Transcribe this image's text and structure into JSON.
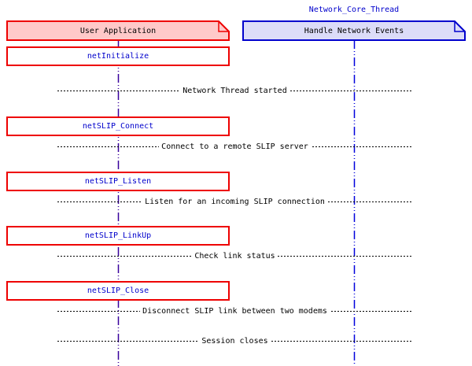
{
  "title": "Network_Core_Thread",
  "actors": {
    "left": {
      "label": "User Application"
    },
    "right": {
      "label": "Handle Network Events"
    }
  },
  "calls": [
    "netInitialize",
    "netSLIP_Connect",
    "netSLIP_Listen",
    "netSLIP_LinkUp",
    "netSLIP_Close"
  ],
  "messages": [
    "Network Thread started",
    "Connect to a remote SLIP server",
    "Listen for an incoming SLIP connection",
    "Check link status",
    "Disconnect SLIP link between two modems",
    "Session closes"
  ],
  "colors": {
    "red_border": "#ee0000",
    "pink_fill": "#ffc9c9",
    "blue_border": "#0000cd",
    "lavender_fill": "#dcdcf8",
    "blue_text": "#0000cc",
    "left_lifeline": "#38009c",
    "right_lifeline": "#0000dd",
    "message_color": "#000000"
  }
}
